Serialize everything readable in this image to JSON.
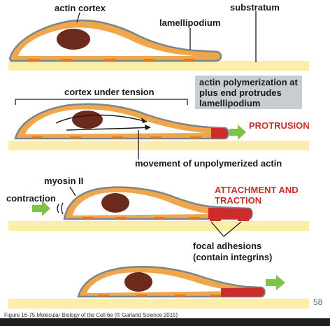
{
  "labels": {
    "actin_cortex": "actin cortex",
    "lamellipodium": "lamellipodium",
    "substratum": "substratum",
    "cortex_under_tension": "cortex under tension",
    "movement": "movement of unpolymerized actin",
    "protrusion": "PROTRUSION",
    "myosin": "myosin II",
    "contraction": "contraction",
    "attachment_line1": "ATTACHMENT AND",
    "attachment_line2": "TRACTION",
    "focal_line1": "focal adhesions",
    "focal_line2": "(contain integrins)"
  },
  "callout": {
    "line1": "actin polymerization at",
    "line2": "plus end protrudes",
    "line3": "lamellipodium"
  },
  "caption": "Figure 16-75  Molecular Biology of the Cell 6e (© Garland Science 2015)",
  "page_number": "58",
  "colors": {
    "cell_fill": "#f0a64a",
    "cell_outline": "#7d8589",
    "cytoplasm": "#ffffff",
    "nucleus": "#6b2a1c",
    "substratum": "#fbeea8",
    "actin_red": "#cc2c2c",
    "arrow_green": "#7ec24a",
    "callout_bg": "#c8cdd0",
    "label_red": "#c8302b"
  }
}
